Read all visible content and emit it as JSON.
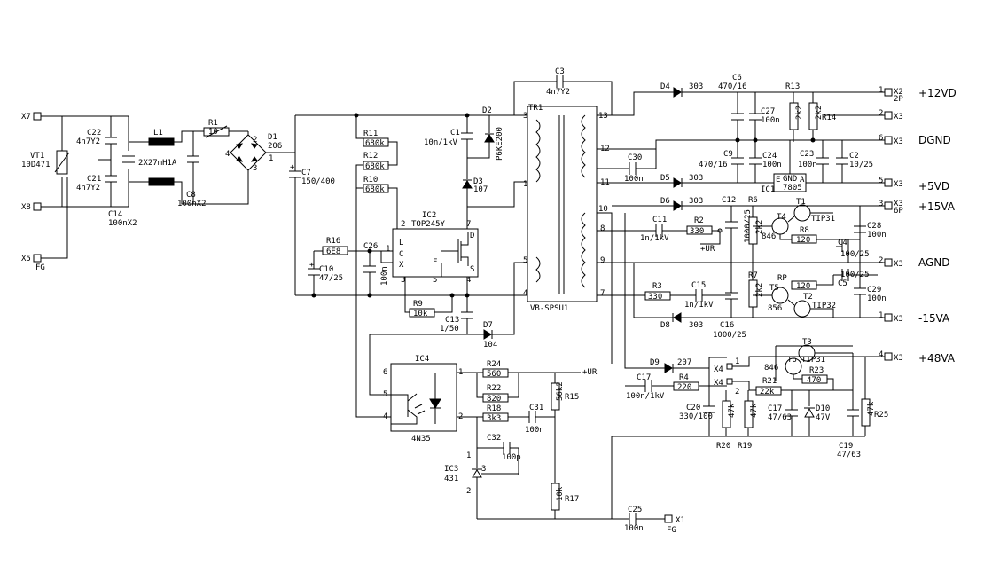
{
  "diagram": {
    "type": "electrical-schematic",
    "parts": {
      "X7": "X7",
      "X8": "X8",
      "X5": "X5",
      "FG_L": "FG",
      "VT1": "VT1",
      "VT1v": "10D471",
      "C22": "C22",
      "C22v": "4n7Y2",
      "C21": "C21",
      "C21v": "4n7Y2",
      "C14": "C14",
      "C14v": "100nX2",
      "L1": "L1",
      "L1v": "2X27mH1A",
      "C8": "C8",
      "C8v": "100nX2",
      "R1": "R1",
      "R1v": "10",
      "D1": "D1",
      "D1v": "206",
      "C7": "C7",
      "C7v": "150/400",
      "R11": "R11",
      "R11v": "680k",
      "R12": "R12",
      "R12v": "680k",
      "R10": "R10",
      "R10v": "680k",
      "C1": "C1",
      "C1v": "10n/1kV",
      "D2": "D2",
      "D2v": "P6KE200",
      "D3": "D3",
      "D3v": "107",
      "IC2": "IC2",
      "IC2v": "TOP245Y",
      "IC2p": {
        "L": "L",
        "C": "C",
        "X": "X",
        "F": "F",
        "D": "D",
        "S": "S",
        "p2": "2",
        "p3": "3",
        "p4": "4",
        "p5": "5",
        "p7": "7",
        "p1": "1"
      },
      "R16": "R16",
      "R16v": "6E8",
      "C26": "C26",
      "C26v": "100n",
      "C10": "C10",
      "C10v": "47/25",
      "R9": "R9",
      "R9v": "10k",
      "C13": "C13",
      "C13v": "1/50",
      "D7": "D7",
      "D7v": "104",
      "C3": "C3",
      "C3v": "4n7Y2",
      "TR1": "TR1",
      "TRname": "VB-SPSU1",
      "TRpins": {
        "p3": "3",
        "p1": "1",
        "p5": "5",
        "p4": "4",
        "p13": "13",
        "p12": "12",
        "p11": "11",
        "p10": "10",
        "p8": "8",
        "p9": "9",
        "p7": "7"
      },
      "D4": "D4",
      "D4v": "303",
      "C6": "C6",
      "C6v": "470/16",
      "C27": "C27",
      "C27v": "100n",
      "R13": "R13",
      "R13v": "2k2",
      "R14": "R14",
      "R14v": "2k2",
      "C30": "C30",
      "C30v": "100n",
      "C9": "C9",
      "C9v": "470/16",
      "C24": "C24",
      "C24v": "100n",
      "C23": "C23",
      "C23v": "100n",
      "C2": "C2",
      "C2v": "10/25",
      "IC1": "IC1",
      "IC1v": "7805",
      "IC1p": {
        "E": "E",
        "GND": "GND",
        "A": "A"
      },
      "D5": "D5",
      "D5v": "303",
      "D6": "D6",
      "D6v": "303",
      "C12": "C12",
      "C12v": "1000/25",
      "R6": "R6",
      "R6v": "2k2",
      "T4": "T4",
      "T4v": "846",
      "T1": "T1",
      "T1v": "TIP31",
      "R8": "R8",
      "R8v": "120",
      "C11": "C11",
      "C11v": "1n/1kV",
      "R2": "R2",
      "R2v": "330",
      "UR1": "+UR",
      "C4": "C4",
      "C4v": "100/25",
      "C28": "C28",
      "C28v": "100n",
      "C5": "C5",
      "C5v": "100/25",
      "R7": "R7",
      "R7v": "2k2",
      "T5": "T5",
      "T5v": "856",
      "RP": "RP",
      "RPv": "120",
      "T2": "T2",
      "T2v": "TIP32",
      "C29": "C29",
      "C29v": "100n",
      "R3": "R3",
      "R3v": "330",
      "C15": "C15",
      "C15v": "1n/1kV",
      "D8": "D8",
      "D8v": "303",
      "C16": "C16",
      "C16v": "1000/25",
      "D9": "D9",
      "D9v": "207",
      "C17": "C17",
      "C17v": "100n/1kV",
      "R4": "R4",
      "R4v": "220",
      "X4a": "X4",
      "X4b": "X4",
      "X4p1": "1",
      "X4p2": "2",
      "T3": "T3",
      "T3v": "TIP31",
      "T6": "T6",
      "T6v": "846",
      "R23": "R23",
      "R23v": "470",
      "R21": "R21",
      "R21v": "22k",
      "C20": "C20",
      "C20v": "330/100",
      "R20": "R20",
      "R20v": "47k",
      "R19": "R19",
      "R19v": "47k",
      "C17b": "C17",
      "C17bv": "47/63",
      "D10": "D10",
      "D10v": "47V",
      "C19": "C19",
      "C19v": "47/63",
      "R25": "R25",
      "R25v": "47k",
      "IC4": "IC4",
      "IC4v": "4N35",
      "IC4p": {
        "p6": "6",
        "p5": "5",
        "p4": "4",
        "p1": "1",
        "p2": "2"
      },
      "R24": "R24",
      "R24v": "560",
      "UR2": "+UR",
      "R22": "R22",
      "R22v": "820",
      "R18": "R18",
      "R18v": "3k3",
      "C31": "C31",
      "C31v": "100n",
      "R15": "R15",
      "R15v": "56k2",
      "C32": "C32",
      "C32v": "100p",
      "IC3": "IC3",
      "IC3v": "431",
      "IC3p": {
        "p1": "1",
        "p2": "2",
        "p3": "3"
      },
      "R17": "R17",
      "R17v": "10k",
      "C25": "C25",
      "C25v": "100n",
      "X1": "X1",
      "FG_R": "FG"
    },
    "outputs": {
      "p12": "+12VD",
      "dgnd": "DGND",
      "p5": "+5VD",
      "p15": "+15VA",
      "agnd": "AGND",
      "m15": "-15VA",
      "p48": "+48VA"
    },
    "connectors": {
      "x2": "X2",
      "x2p": "1",
      "x2s": "2P",
      "x3a": "X3",
      "x3ap": "2",
      "x3b": "X3",
      "x3bp": "6",
      "x3c": "X3",
      "x3cp": "5",
      "x3d": "X3",
      "x3dp": "3",
      "x3ds": "6P",
      "x3e": "X3",
      "x3ep": "2",
      "x3f": "X3",
      "x3fp": "1",
      "x3g": "X3",
      "x3gp": "4"
    }
  }
}
